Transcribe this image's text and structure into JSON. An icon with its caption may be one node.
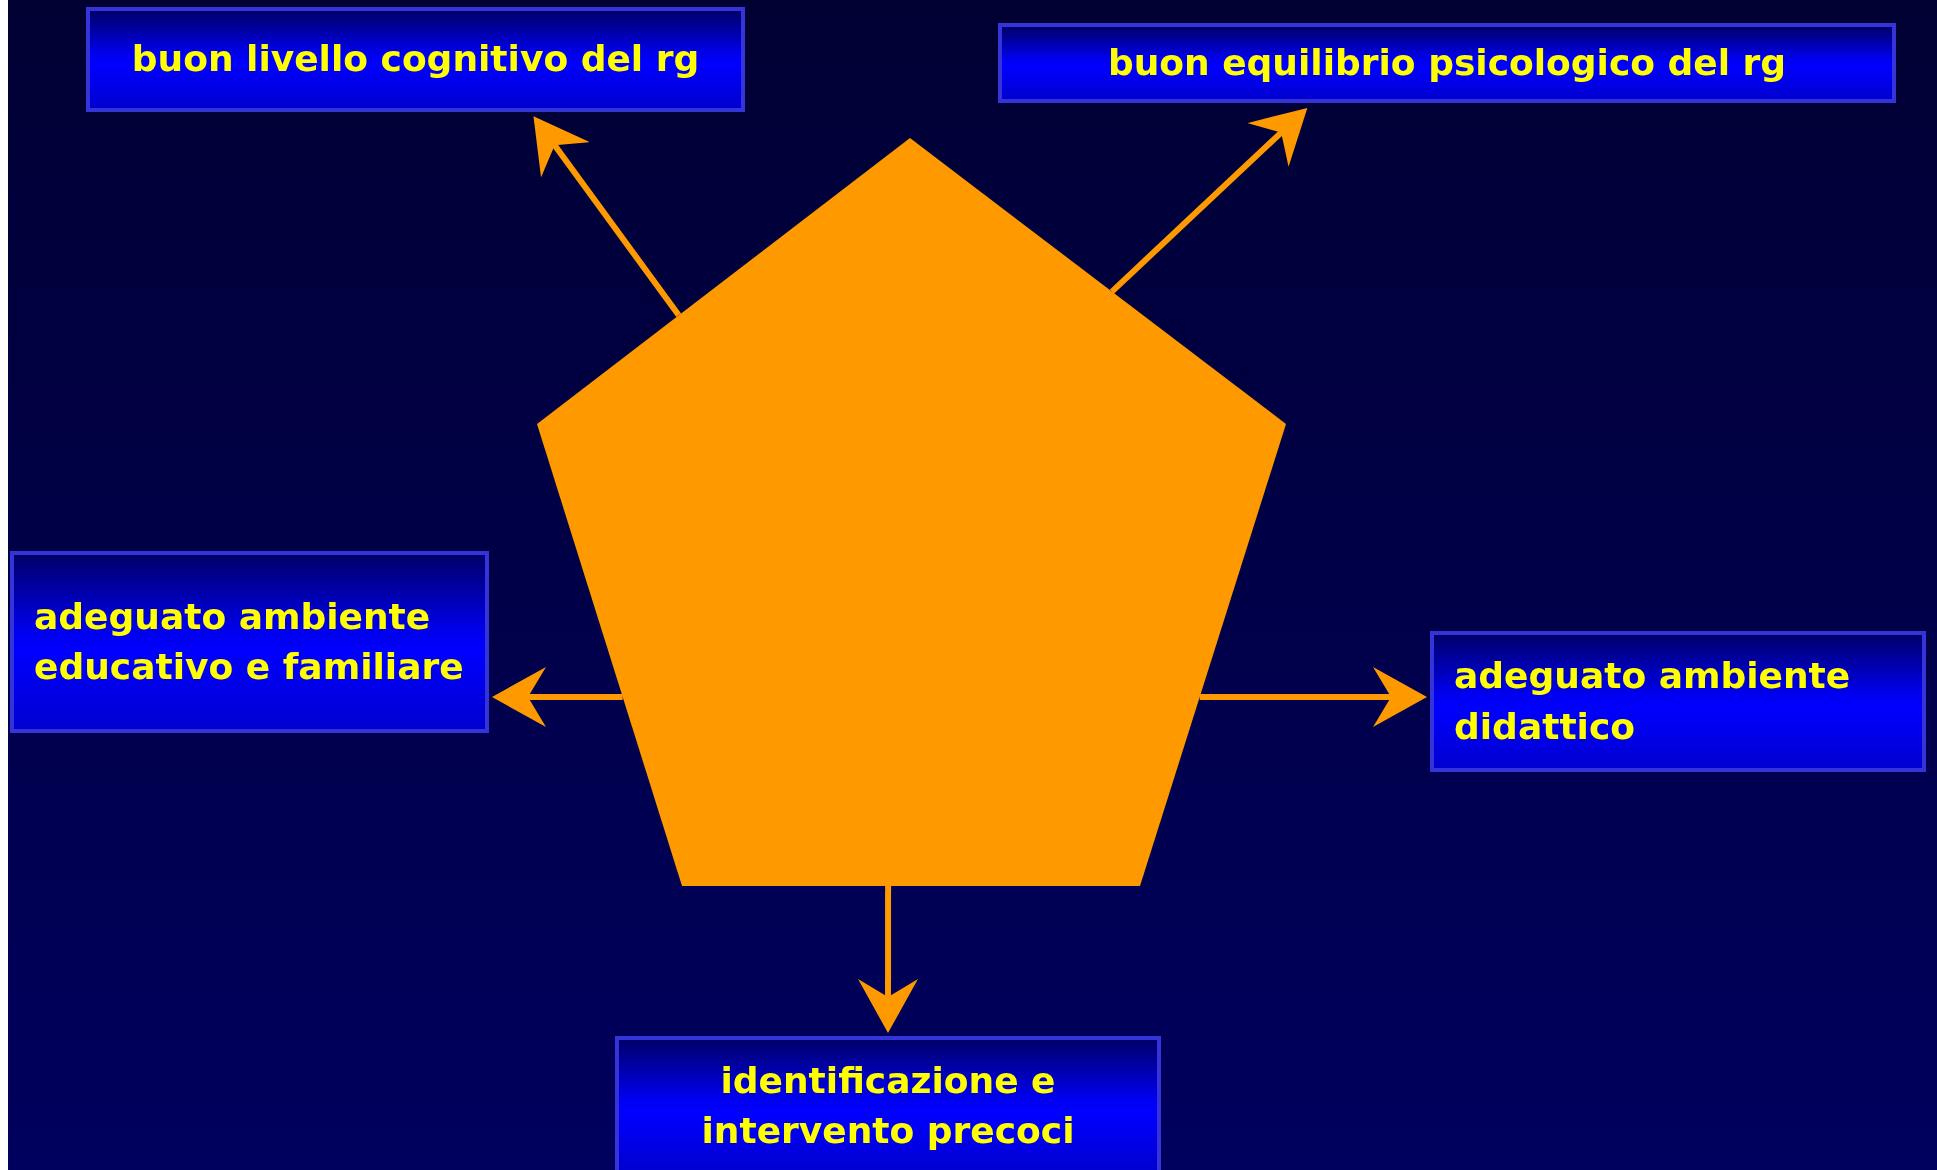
{
  "diagram": {
    "nodes": [
      {
        "text": [],
        "shape": "pentagon"
      },
      {
        "text": [
          "buon livello cognitivo del rg"
        ]
      },
      {
        "text": [
          "buon equilibrio psicologico del rg"
        ]
      },
      {
        "text": [
          "adeguato ambiente educativo e familiare"
        ]
      },
      {
        "text": [
          "adeguato ambiente didattico"
        ]
      },
      {
        "text": [
          "identificazione e intervento precoci"
        ]
      }
    ],
    "edges": [
      {
        "from": 0,
        "to": 1,
        "arrow": "to"
      },
      {
        "from": 0,
        "to": 2,
        "arrow": "to"
      },
      {
        "from": 0,
        "to": 3,
        "arrow": "to"
      },
      {
        "from": 0,
        "to": 4,
        "arrow": "to"
      },
      {
        "from": 0,
        "to": 5,
        "arrow": "to"
      }
    ]
  }
}
